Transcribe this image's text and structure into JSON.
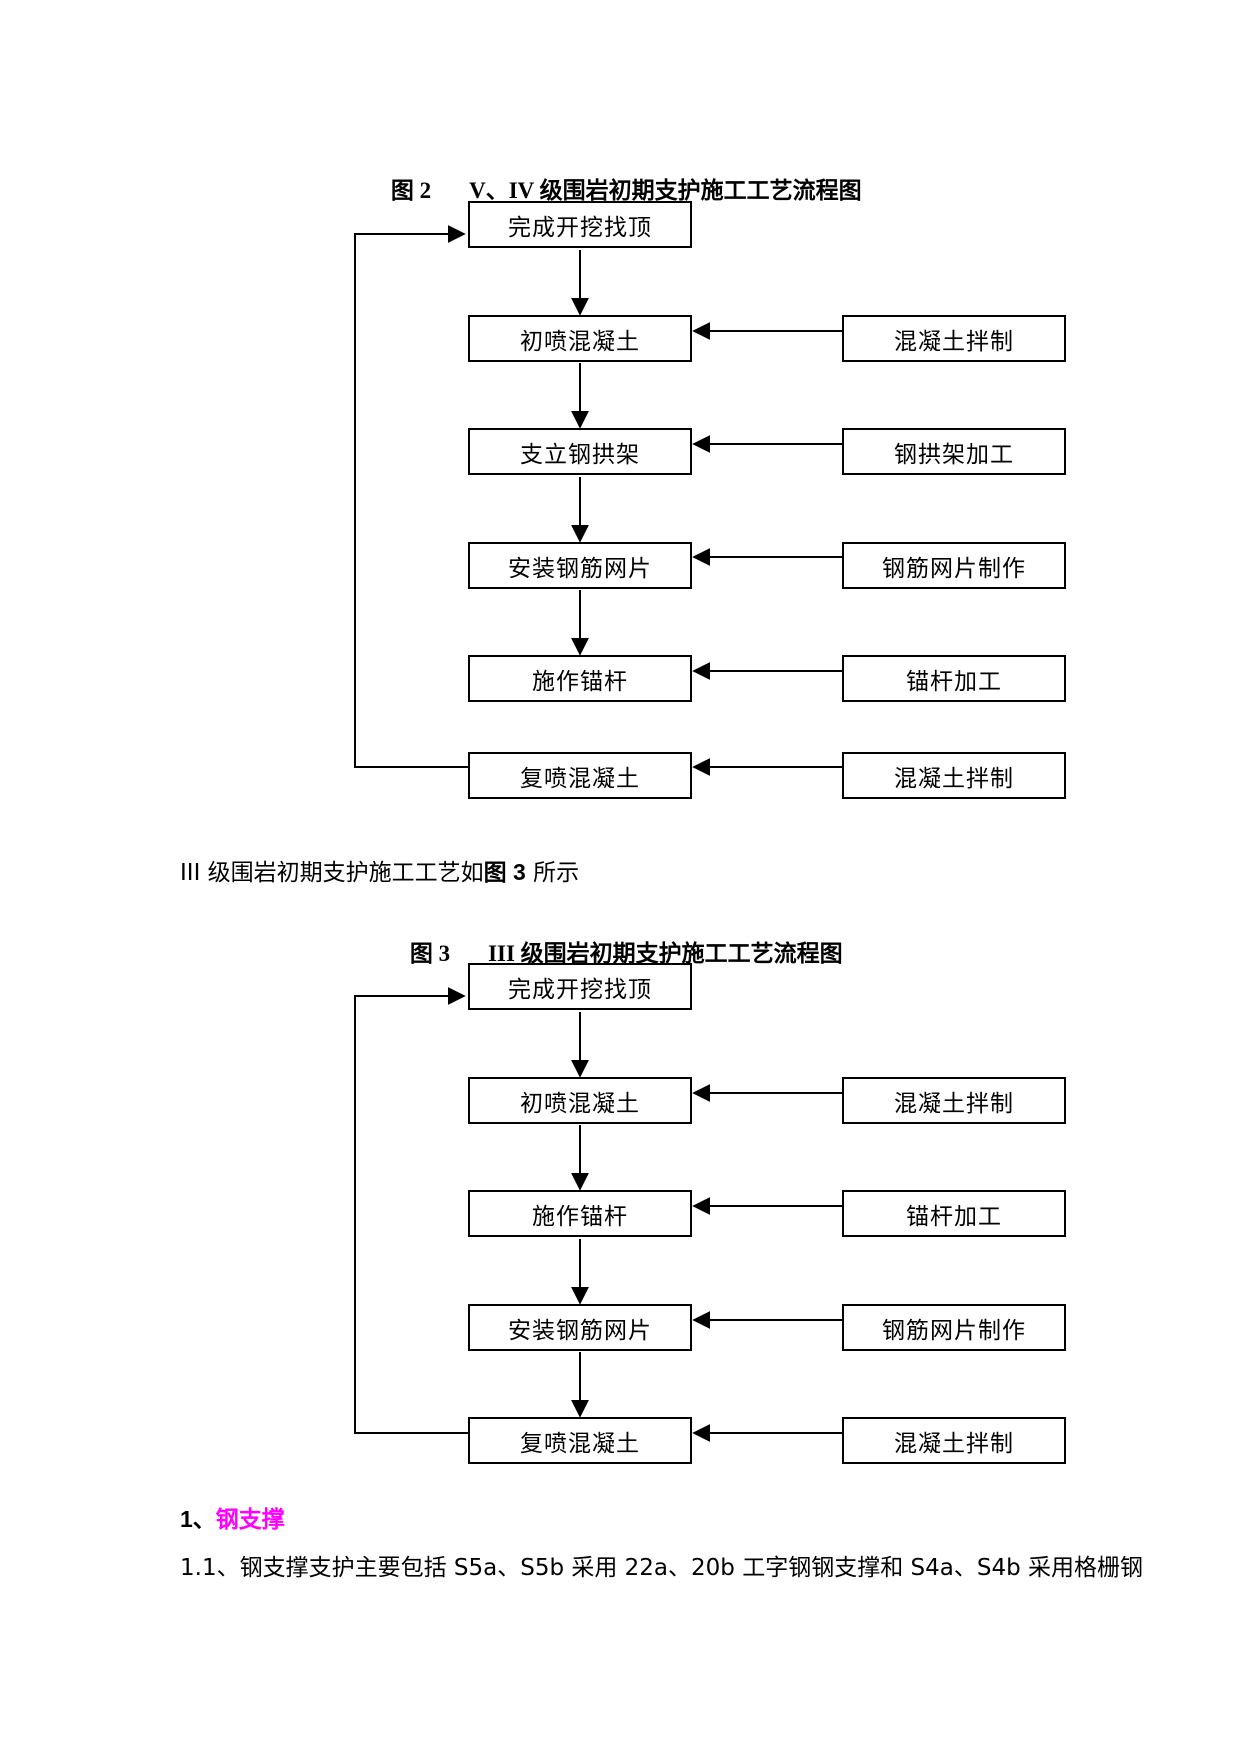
{
  "figure2": {
    "number": "图 2",
    "title": "V、IV 级围岩初期支护施工工艺流程图",
    "main_steps": [
      "完成开挖找顶",
      "初喷混凝土",
      "支立钢拱架",
      "安装钢筋网片",
      "施作锚杆",
      "复喷混凝土"
    ],
    "side_steps": [
      "混凝土拌制",
      "钢拱架加工",
      "钢筋网片制作",
      "锚杆加工",
      "混凝土拌制"
    ]
  },
  "paragraph_fig3_ref": {
    "prefix": "III 级围岩初期支护施工工艺如",
    "ref": "图 3",
    "suffix": " 所示"
  },
  "figure3": {
    "number": "图 3",
    "title": "III 级围岩初期支护施工工艺流程图",
    "main_steps": [
      "完成开挖找顶",
      "初喷混凝土",
      "施作锚杆",
      "安装钢筋网片",
      "复喷混凝土"
    ],
    "side_steps": [
      "混凝土拌制",
      "锚杆加工",
      "钢筋网片制作",
      "混凝土拌制"
    ]
  },
  "section_heading": {
    "number": "1、",
    "title": "钢支撑"
  },
  "body_text": "1.1、钢支撑支护主要包括 S5a、S5b 采用 22a、20b 工字钢钢支撑和 S4a、S4b 采用格栅钢",
  "colors": {
    "accent": "#ff00ff"
  }
}
